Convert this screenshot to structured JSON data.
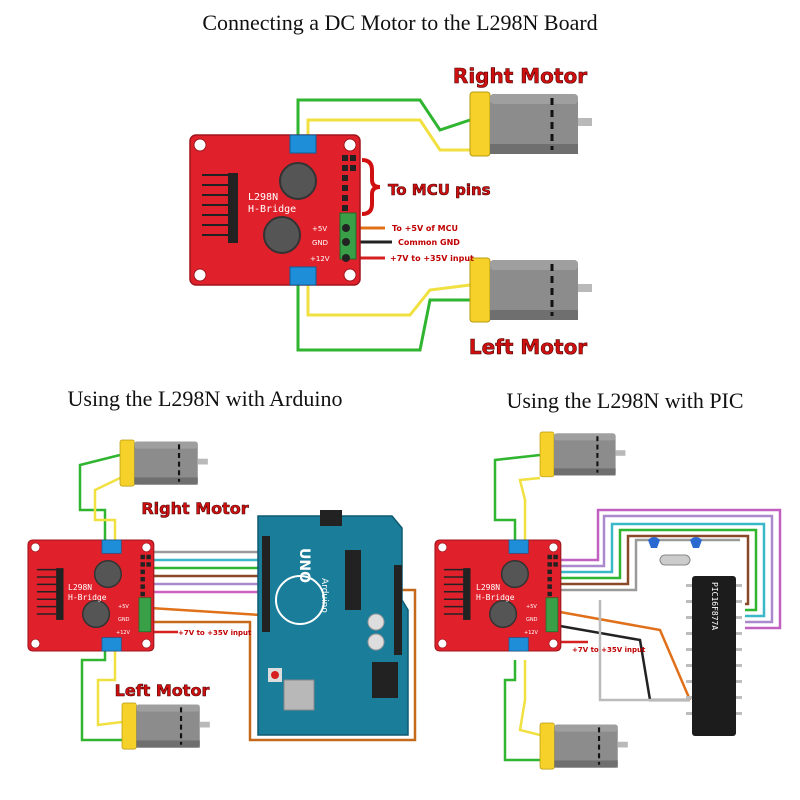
{
  "titles": {
    "main": "Connecting a DC Motor to the L298N Board",
    "arduino": "Using the L298N with Arduino",
    "pic": "Using the L298N with PIC"
  },
  "labels": {
    "right_motor": "Right Motor",
    "left_motor": "Left Motor",
    "to_mcu": "To MCU pins",
    "to_5v": "To +5V of MCU",
    "common_gnd": "Common GND",
    "vin": "+7V to +35V input",
    "vin_arduino": "+7V to +35V input",
    "vin_pic": "+7V to +35V input"
  },
  "board": {
    "name_line1": "L298N",
    "name_line2": "H-Bridge",
    "pin_5v": "+5V",
    "pin_gnd": "GND",
    "pin_12v": "+12V"
  },
  "arduino": {
    "brand": "UNO",
    "sub": "Arduino"
  },
  "pic": {
    "chip": "PIC16F877A"
  },
  "colors": {
    "board_red": "#e0212b",
    "terminal_blue": "#1e8ed8",
    "arduino_teal": "#1a7d9a",
    "motor_grey": "#8a8a8a",
    "motor_yellow": "#f5d12a",
    "wire_green": "#2fb52f",
    "wire_yellow": "#f0e040",
    "wire_orange": "#e0701a",
    "wire_black": "#222222",
    "wire_red": "#d62020"
  }
}
